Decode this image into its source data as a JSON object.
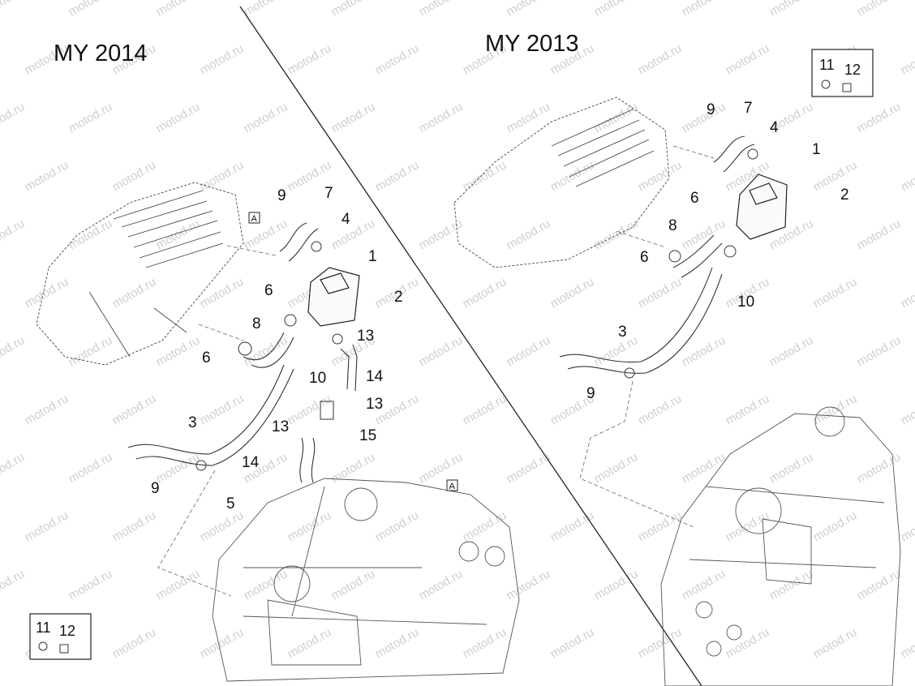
{
  "headings": {
    "left": "MY 2014",
    "right": "MY 2013"
  },
  "watermark": "motod.ru",
  "ref_marker": "A",
  "left_callouts": {
    "c1": "1",
    "c2": "2",
    "c3": "3",
    "c4": "4",
    "c5": "5",
    "c6a": "6",
    "c6b": "6",
    "c7": "7",
    "c8": "8",
    "c9a": "9",
    "c9b": "9",
    "c10": "10",
    "c13a": "13",
    "c13b": "13",
    "c13c": "13",
    "c14a": "14",
    "c14b": "14",
    "c15": "15"
  },
  "right_callouts": {
    "c1": "1",
    "c2": "2",
    "c3": "3",
    "c4": "4",
    "c6a": "6",
    "c6b": "6",
    "c7": "7",
    "c8": "8",
    "c9a": "9",
    "c9b": "9",
    "c10": "10"
  },
  "inset_left": {
    "a": "11",
    "b": "12"
  },
  "inset_right": {
    "a": "11",
    "b": "12"
  },
  "colors": {
    "ink": "#111111",
    "line": "#333333",
    "watermark": "#cfcfcf"
  }
}
